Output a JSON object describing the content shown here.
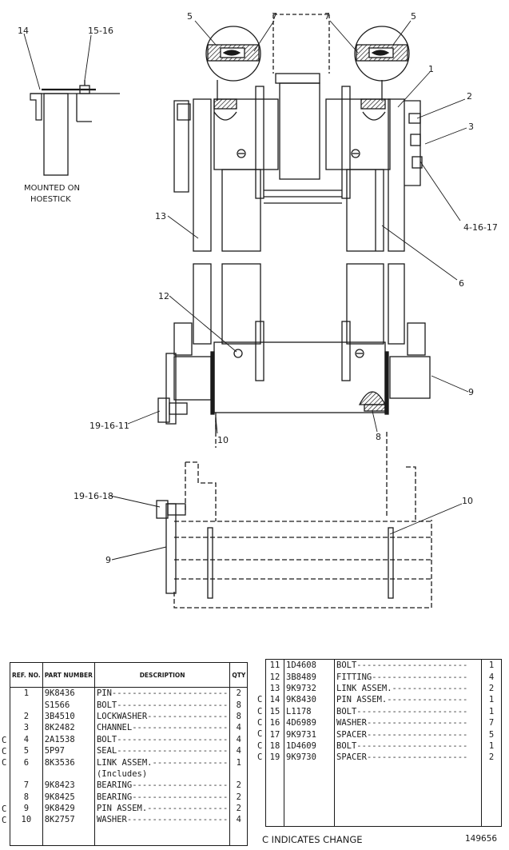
{
  "callouts": {
    "c5_left": "5",
    "c7_left": "7",
    "c7_right": "7",
    "c5_right": "5",
    "c1": "1",
    "c2": "2",
    "c3": "3",
    "c4_16_17": "4-16-17",
    "c6": "6",
    "c13": "13",
    "c12": "12",
    "c9_upper": "9",
    "c19_16_11": "19-16-11",
    "c10_upper": "10",
    "c8": "8",
    "c19_16_18": "19-16-18",
    "c9_lower": "9",
    "c10_lower": "10",
    "c14": "14",
    "c15_16": "15-16",
    "mounted_line1": "MOUNTED ON",
    "mounted_line2": "HOESTICK"
  },
  "table_left": {
    "header": {
      "ref": "REF. NO.",
      "part": "PART NUMBER",
      "desc": "DESCRIPTION",
      "qty": "QTY"
    },
    "rows": [
      {
        "c": "",
        "ref": "1",
        "part": "9K8436",
        "desc": "PIN",
        "qty": "2"
      },
      {
        "c": "",
        "ref": "",
        "part": "S1566",
        "desc": "BOLT",
        "qty": "8"
      },
      {
        "c": "",
        "ref": "2",
        "part": "3B4510",
        "desc": "LOCKWASHER",
        "qty": "8"
      },
      {
        "c": "",
        "ref": "3",
        "part": "8K2482",
        "desc": "CHANNEL",
        "qty": "4"
      },
      {
        "c": "C",
        "ref": "4",
        "part": "2A1538",
        "desc": "BOLT",
        "qty": "4"
      },
      {
        "c": "C",
        "ref": "5",
        "part": "5P97",
        "desc": "SEAL",
        "qty": "4"
      },
      {
        "c": "C",
        "ref": "6",
        "part": "8K3536",
        "desc": "LINK ASSEM.",
        "qty": "1"
      },
      {
        "c": "",
        "ref": "",
        "part": "",
        "desc": "(Includes)",
        "qty": ""
      },
      {
        "c": "",
        "ref": "7",
        "part": "9K8423",
        "desc": "BEARING",
        "qty": "2"
      },
      {
        "c": "",
        "ref": "8",
        "part": "9K8425",
        "desc": "BEARING",
        "qty": "2"
      },
      {
        "c": "C",
        "ref": "9",
        "part": "9K8429",
        "desc": "PIN ASSEM.",
        "qty": "2"
      },
      {
        "c": "C",
        "ref": "10",
        "part": "8K2757",
        "desc": "WASHER",
        "qty": "4"
      }
    ]
  },
  "table_right": {
    "rows": [
      {
        "c": "",
        "ref": "11",
        "part": "1D4608",
        "desc": "BOLT",
        "qty": "1"
      },
      {
        "c": "",
        "ref": "12",
        "part": "3B8489",
        "desc": "FITTING",
        "qty": "4"
      },
      {
        "c": "",
        "ref": "13",
        "part": "9K9732",
        "desc": "LINK ASSEM.",
        "qty": "2"
      },
      {
        "c": "C",
        "ref": "14",
        "part": "9K8430",
        "desc": "PIN ASSEM.",
        "qty": "1"
      },
      {
        "c": "C",
        "ref": "15",
        "part": "L1178",
        "desc": "BOLT",
        "qty": "1"
      },
      {
        "c": "C",
        "ref": "16",
        "part": "4D6989",
        "desc": "WASHER",
        "qty": "7"
      },
      {
        "c": "C",
        "ref": "17",
        "part": "9K9731",
        "desc": "SPACER",
        "qty": "5"
      },
      {
        "c": "C",
        "ref": "18",
        "part": "1D4609",
        "desc": "BOLT",
        "qty": "1"
      },
      {
        "c": "C",
        "ref": "19",
        "part": "9K9730",
        "desc": "SPACER",
        "qty": "2"
      }
    ]
  },
  "footer": {
    "note": "C INDICATES CHANGE",
    "number": "149656"
  }
}
